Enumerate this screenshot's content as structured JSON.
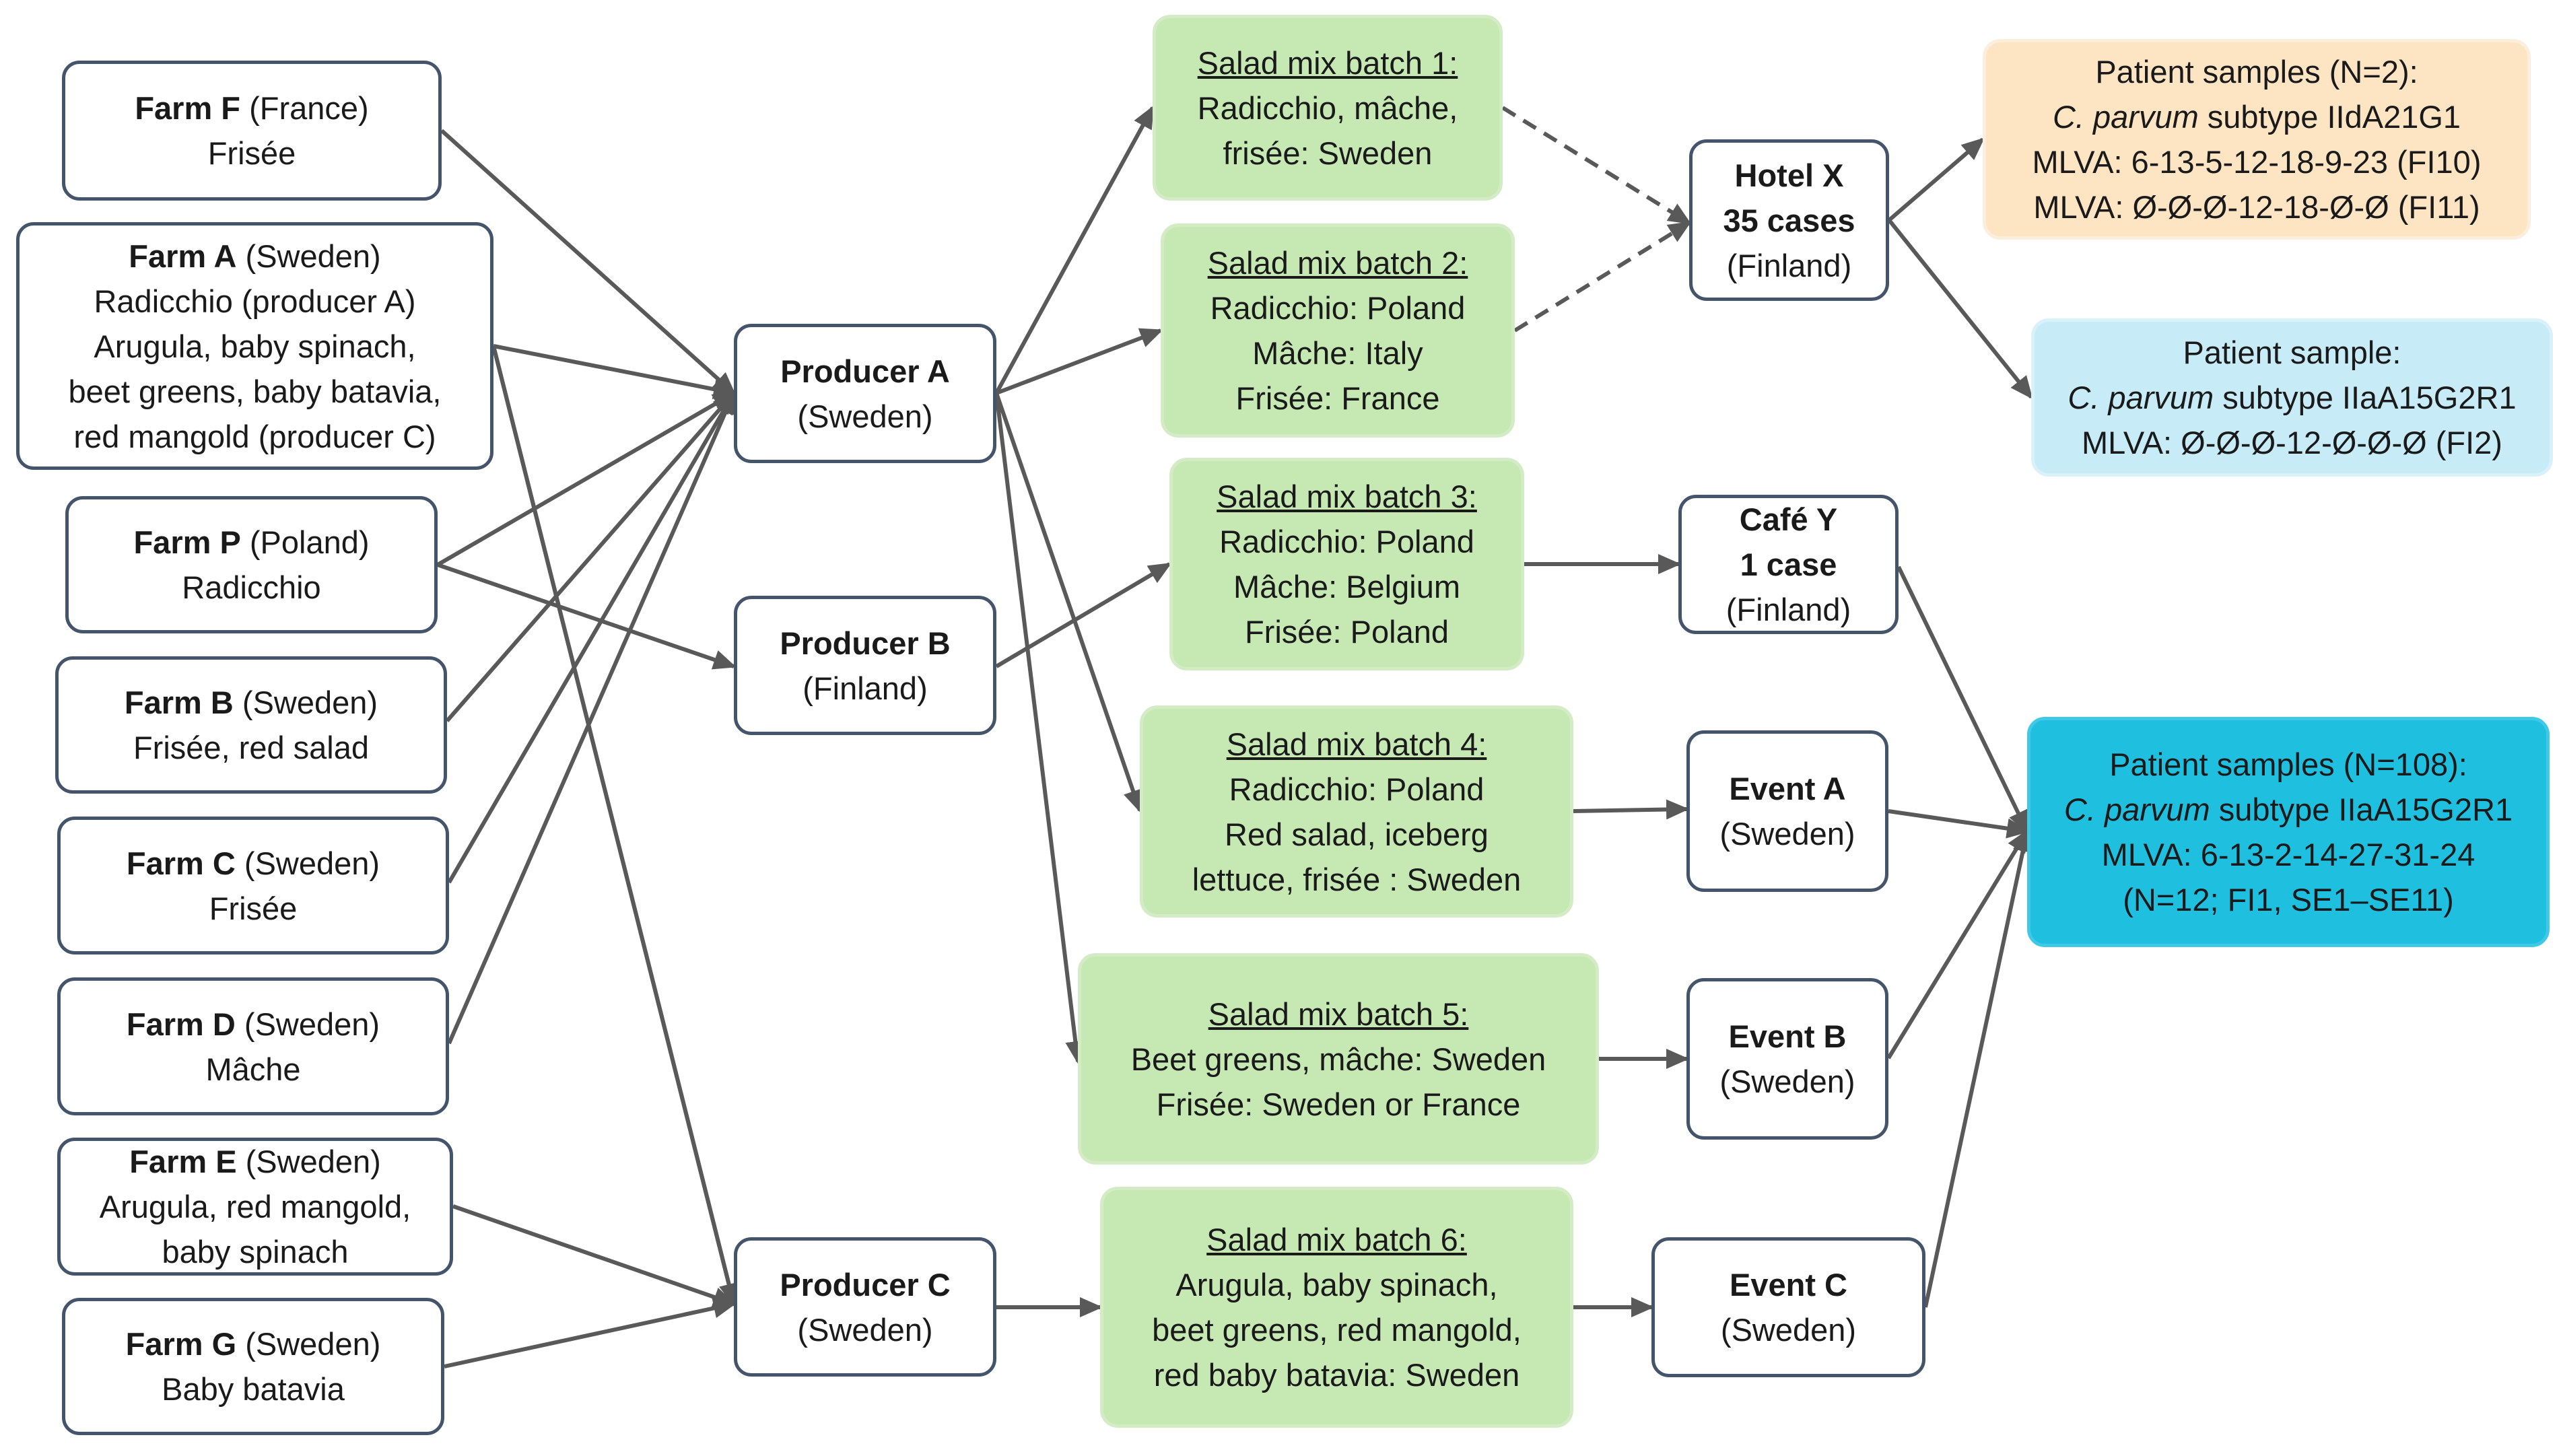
{
  "farms": {
    "f": {
      "name": "Farm F",
      "country": "(France)",
      "produce": "Frisée"
    },
    "a": {
      "name": "Farm A",
      "country": "(Sweden)",
      "lines": [
        "Radicchio (producer A)",
        "Arugula, baby spinach,",
        "beet greens, baby batavia,",
        "red mangold (producer C)"
      ]
    },
    "p": {
      "name": "Farm P",
      "country": "(Poland)",
      "produce": "Radicchio"
    },
    "b": {
      "name": "Farm B",
      "country": "(Sweden)",
      "produce_1": "Frisée",
      "produce_2": ", red salad"
    },
    "c": {
      "name": "Farm C",
      "country": "(Sweden)",
      "produce": "Frisée"
    },
    "d": {
      "name": "Farm D",
      "country": "(Sweden)",
      "produce": "Mâche"
    },
    "e": {
      "name": "Farm E",
      "country": "(Sweden)",
      "lines": [
        "Arugula, red mangold,",
        "baby spinach"
      ]
    },
    "g": {
      "name": "Farm G",
      "country": "(Sweden)",
      "produce": "Baby batavia"
    }
  },
  "producers": {
    "a": {
      "name": "Producer A",
      "country": "(Sweden)"
    },
    "b": {
      "name": "Producer B",
      "country": "(Finland)"
    },
    "c": {
      "name": "Producer C",
      "country": "(Sweden)"
    }
  },
  "batches": {
    "b1": {
      "title": "Salad mix batch 1:",
      "lines": [
        "Radicchio, mâche,",
        "frisée: Sweden"
      ]
    },
    "b2": {
      "title": "Salad mix batch 2:",
      "lines": [
        "Radicchio: Poland",
        "Mâche: Italy",
        "Frisée: France"
      ]
    },
    "b3": {
      "title": "Salad mix batch 3:",
      "lines": [
        "Radicchio: Poland",
        "Mâche: Belgium",
        "Frisée: Poland"
      ]
    },
    "b4": {
      "title": "Salad mix batch 4:",
      "lines": [
        "Radicchio: Poland",
        "Red salad, iceberg",
        "lettuce, frisée : Sweden"
      ]
    },
    "b5": {
      "title": "Salad mix batch 5:",
      "lines": [
        "Beet greens, mâche: Sweden",
        "Frisée: Sweden or France"
      ]
    },
    "b6": {
      "title": "Salad mix batch 6:",
      "lines": [
        "Arugula, baby spinach,",
        "beet greens, red mangold,",
        "red baby batavia:  Sweden"
      ]
    }
  },
  "venues": {
    "hotel": {
      "name": "Hotel X",
      "cases": "35 cases",
      "country": "(Finland)"
    },
    "cafe": {
      "name": "Café Y",
      "cases": "1 case",
      "country": "(Finland)"
    },
    "eventA": {
      "name": "Event A",
      "country": "(Sweden)"
    },
    "eventB": {
      "name": "Event B",
      "country": "(Sweden)"
    },
    "eventC": {
      "name": "Event C",
      "country": "(Sweden)"
    }
  },
  "patients": {
    "p1": {
      "title": "Patient samples (N=2):",
      "species": "C. parvum",
      "subtype": " subtype IIdA21G1",
      "mlva1": "MLVA: 6-13-5-12-18-9-23 (FI10)",
      "mlva2": "MLVA: Ø-Ø-Ø-12-18-Ø-Ø (FI11)"
    },
    "p2": {
      "title": "Patient sample:",
      "species": "C. parvum",
      "subtype": " subtype IIaA15G2R1",
      "mlva": "MLVA: Ø-Ø-Ø-12-Ø-Ø-Ø (FI2)"
    },
    "p3": {
      "title": "Patient samples (N=108):",
      "species": "C. parvum",
      "subtype": " subtype IIaA15G2R1",
      "mlva": "MLVA: 6-13-2-14-27-31-24",
      "note": "(N=12; FI1, SE1–SE11)"
    }
  },
  "colors": {
    "edge": "#595959",
    "box_border": "#44546a",
    "batch_fill": "#c6e9b4",
    "patient1_fill": "#fde5c3",
    "patient2_fill": "#c7ecf7",
    "patient3_fill": "#1fbfe0"
  }
}
